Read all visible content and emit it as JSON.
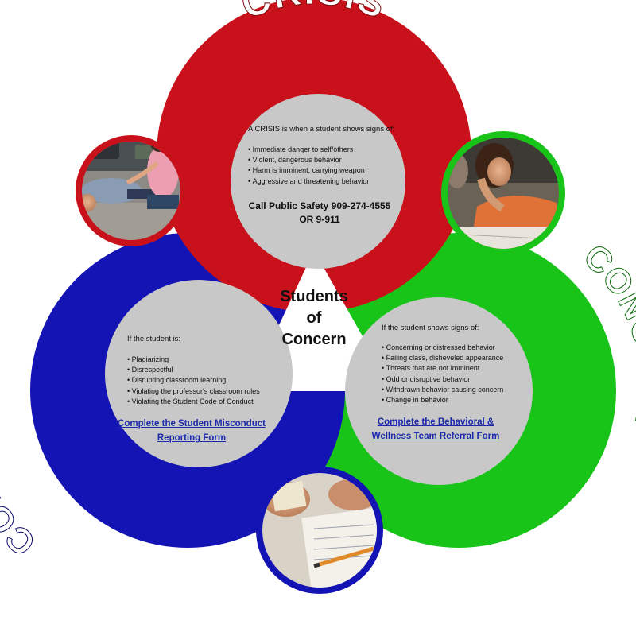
{
  "colors": {
    "crisis_red": "#c8111a",
    "conduct_blue": "#1414b4",
    "concern_green": "#18c418",
    "inner_gray": "#c8c8c8",
    "link_blue": "#1a2aa8"
  },
  "center": {
    "line1": "Students",
    "line2": "of",
    "line3": "Concern"
  },
  "crisis": {
    "heading": "CRISIS",
    "intro": "A CRISIS is when a student shows signs of:",
    "bullets": [
      "Immediate danger to self/others",
      "Violent, dangerous behavior",
      "Harm is imminent, carrying weapon",
      "Aggressive and threatening behavior"
    ],
    "call_line1": "Call Public Safety 909-274-4555",
    "call_line2": "OR 9-911"
  },
  "conduct": {
    "heading": "CONDUCT",
    "intro": "If the student is:",
    "bullets": [
      "Plagiarizing",
      "Disrespectful",
      "Disrupting classroom learning",
      "Violating the professor's classroom rules",
      "Violating the Student Code of Conduct"
    ],
    "link_line1": "Complete the Student Misconduct",
    "link_line2": "Reporting Form"
  },
  "concern": {
    "heading": "CONCERN",
    "intro": "If the student shows signs of:",
    "bullets": [
      "Concerning or distressed behavior",
      "Failing class, disheveled appearance",
      "Threats that are not imminent",
      "Odd or disruptive behavior",
      "Withdrawn behavior causing concern",
      "Change in behavior"
    ],
    "link_line1": "Complete the Behavioral &",
    "link_line2": "Wellness Team Referral Form"
  },
  "photos": [
    {
      "name": "photo-injured-student",
      "subject": "student helping injured person on sidewalk"
    },
    {
      "name": "photo-distressed-student",
      "subject": "student holding head in distress"
    },
    {
      "name": "photo-cheating-note",
      "subject": "hand holding cheat note over exam"
    }
  ]
}
